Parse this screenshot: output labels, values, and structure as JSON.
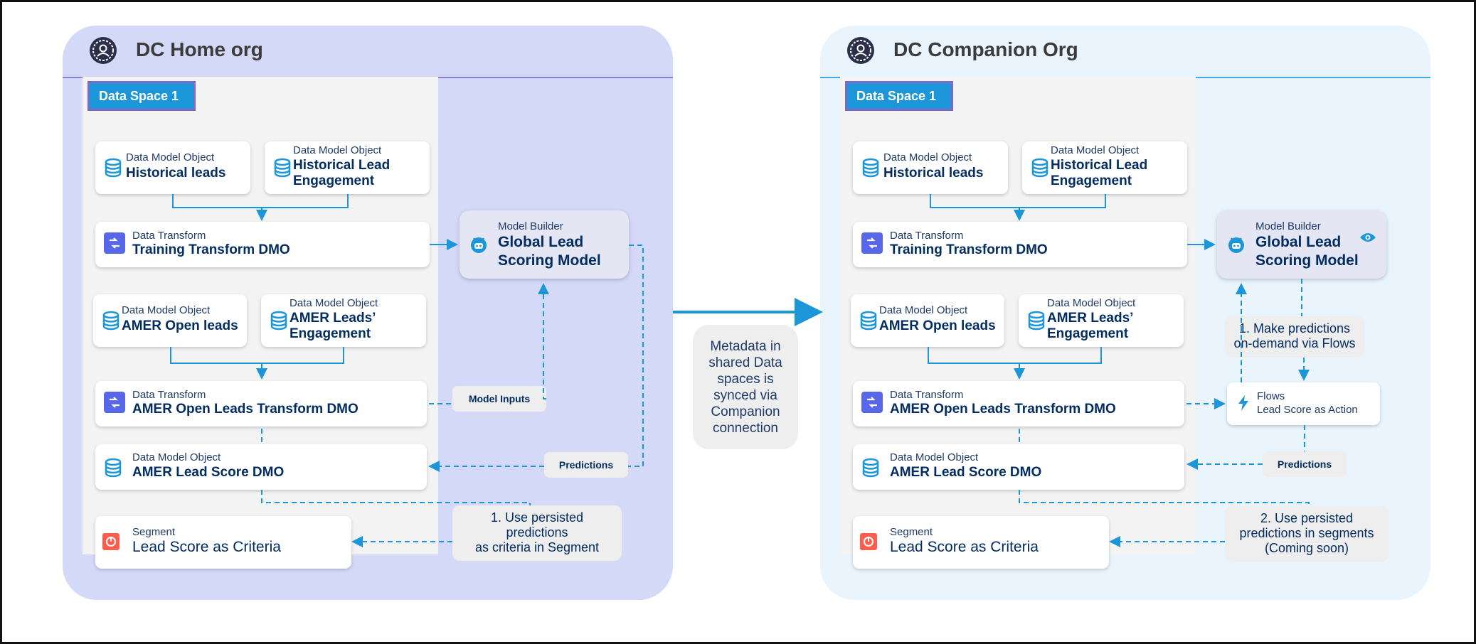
{
  "home": {
    "title": "DC Home org",
    "space": "Data Space 1",
    "historical_leads": {
      "sub": "Data Model Object",
      "main": "Historical leads"
    },
    "historical_engagement": {
      "sub": "Data Model Object",
      "main": "Historical Lead\nEngagement"
    },
    "training_transform": {
      "sub": "Data Transform",
      "main": "Training Transform DMO"
    },
    "model": {
      "sub": "Model Builder",
      "main": "Global Lead\nScoring Model"
    },
    "amer_open": {
      "sub": "Data Model Object",
      "main": "AMER Open leads"
    },
    "amer_engagement": {
      "sub": "Data Model Object",
      "main": "AMER Leads’\nEngagement"
    },
    "amer_transform": {
      "sub": "Data Transform",
      "main": "AMER Open Leads Transform DMO"
    },
    "lead_score": {
      "sub": "Data Model Object",
      "main": "AMER Lead Score DMO"
    },
    "segment": {
      "sub": "Segment",
      "main": "Lead Score as Criteria"
    },
    "model_inputs": "Model Inputs",
    "predictions": "Predictions",
    "use_note": "1. Use persisted\npredictions\nas criteria in Segment"
  },
  "center_note": "Metadata in\nshared Data\nspaces is\nsynced via\nCompanion\nconnection",
  "companion": {
    "title": "DC Companion Org",
    "space": "Data Space 1",
    "historical_leads": {
      "sub": "Data Model Object",
      "main": "Historical leads"
    },
    "historical_engagement": {
      "sub": "Data Model Object",
      "main": "Historical Lead\nEngagement"
    },
    "training_transform": {
      "sub": "Data Transform",
      "main": "Training Transform DMO"
    },
    "model": {
      "sub": "Model Builder",
      "main": "Global Lead\nScoring Model"
    },
    "amer_open": {
      "sub": "Data Model Object",
      "main": "AMER Open leads"
    },
    "amer_engagement": {
      "sub": "Data Model Object",
      "main": "AMER Leads’\nEngagement"
    },
    "amer_transform": {
      "sub": "Data Transform",
      "main": "AMER Open Leads Transform DMO"
    },
    "lead_score": {
      "sub": "Data Model Object",
      "main": "AMER Lead Score DMO"
    },
    "segment": {
      "sub": "Segment",
      "main": "Lead Score as Criteria"
    },
    "flows": {
      "sub": "Flows",
      "main": "Lead Score as Action"
    },
    "predictions": "Predictions",
    "make_note": "1. Make predictions\non-demand via Flows",
    "use_note": "2. Use persisted\npredictions in segments\n(Coming soon)"
  },
  "colors": {
    "home_bg": "#d4d9f8",
    "companion_bg": "#e9f4fd",
    "accent": "#1b96d9",
    "purple": "#7d6ac4",
    "transform_icon": "#5867e8",
    "segment_icon": "#fe5c4c"
  },
  "icons": [
    "org-icon",
    "database-icon",
    "transform-icon",
    "einstein-icon",
    "segment-icon",
    "flow-icon",
    "eye-icon"
  ]
}
